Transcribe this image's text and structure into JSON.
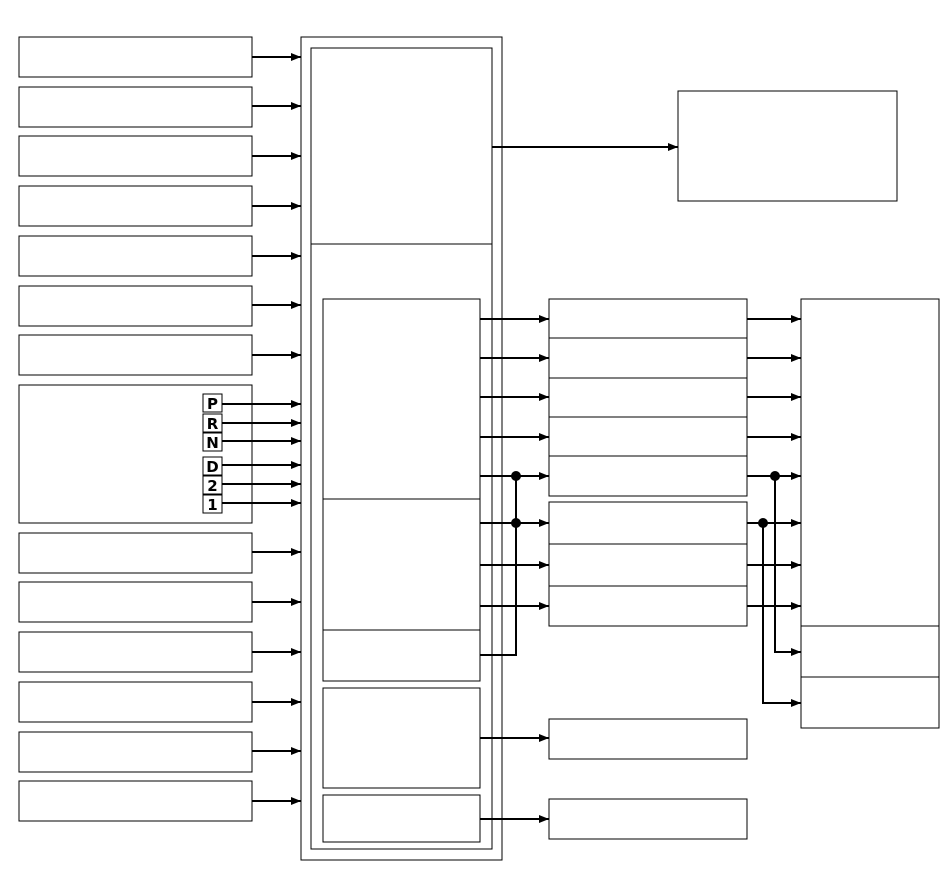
{
  "diagram": {
    "shift_positions": [
      "P",
      "R",
      "N",
      "D",
      "2",
      "1"
    ],
    "colors": {
      "line": "#000000",
      "background": "#ffffff"
    }
  }
}
